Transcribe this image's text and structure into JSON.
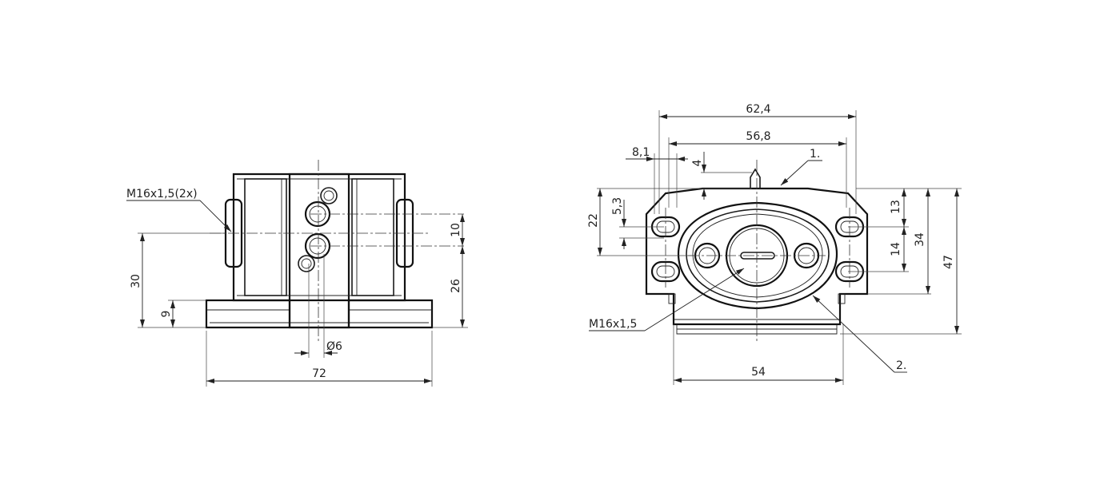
{
  "drawing": {
    "left_view": {
      "callout_thread": "M16x1,5(2x)",
      "dim_height_30": "30",
      "dim_height_9": "9",
      "dim_height_26": "26",
      "dim_height_10": "10",
      "dim_diameter": "Ø6",
      "dim_width_72": "72"
    },
    "right_view": {
      "dim_width_62_4": "62,4",
      "dim_width_56_8": "56,8",
      "dim_offset_8_1": "8,1",
      "dim_offset_4": "4",
      "dim_height_22": "22",
      "dim_height_5_3": "5,3",
      "dim_height_13": "13",
      "dim_height_14": "14",
      "dim_height_34": "34",
      "dim_height_47": "47",
      "dim_width_54": "54",
      "callout_thread": "M16x1,5",
      "callout_1": "1.",
      "callout_2": "2."
    }
  }
}
